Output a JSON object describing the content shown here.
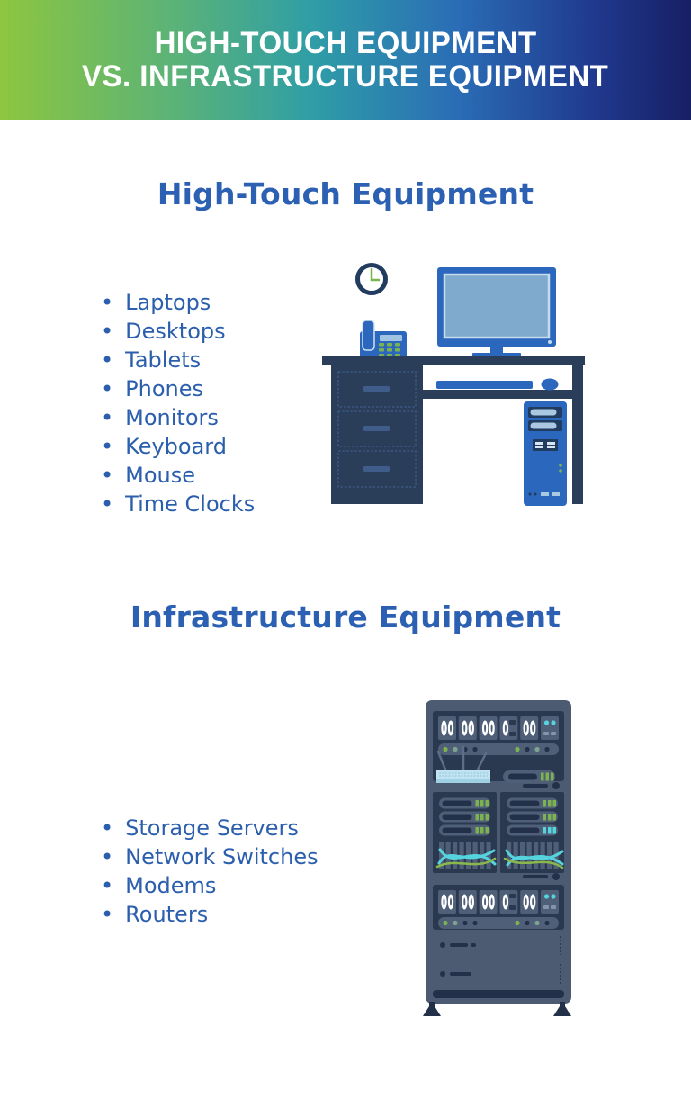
{
  "header": {
    "line1": "HIGH-TOUCH EQUIPMENT",
    "line2": "VS. INFRASTRUCTURE EQUIPMENT"
  },
  "sections": [
    {
      "title": "High-Touch Equipment",
      "items": [
        "Laptops",
        "Desktops",
        "Tablets",
        "Phones",
        "Monitors",
        "Keyboard",
        "Mouse",
        "Time Clocks"
      ],
      "illustration": "office-desk-with-computer"
    },
    {
      "title": "Infrastructure Equipment",
      "items": [
        "Storage Servers",
        "Network Switches",
        "Modems",
        "Routers"
      ],
      "illustration": "server-rack"
    }
  ],
  "colors": {
    "banner_gradient_start": "#8dc63f",
    "banner_gradient_teal": "#2f9ea6",
    "banner_gradient_blue": "#2a6db6",
    "banner_gradient_end": "#171f63",
    "heading_blue": "#2b60b3",
    "list_blue": "#2b5fae",
    "illustration_navy": "#2b3e59",
    "illustration_blue": "#2a67bd",
    "screen_light_blue": "#7fa9cd",
    "accent_green": "#7cb34f",
    "rack_frame_slate": "#4c5a72",
    "rack_panel_navy": "#2a3850",
    "accent_cyan": "#55d4de"
  }
}
